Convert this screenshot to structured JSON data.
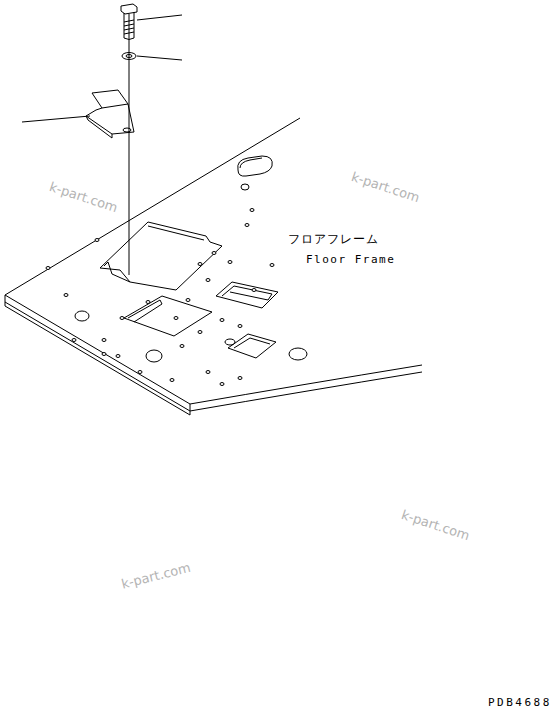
{
  "diagram": {
    "labels": [
      "フロアフレーム",
      "Floor Frame",
      "k-part.com",
      "k-part.com",
      "k-part.com",
      "k-part.com",
      "PDB4688"
    ]
  }
}
